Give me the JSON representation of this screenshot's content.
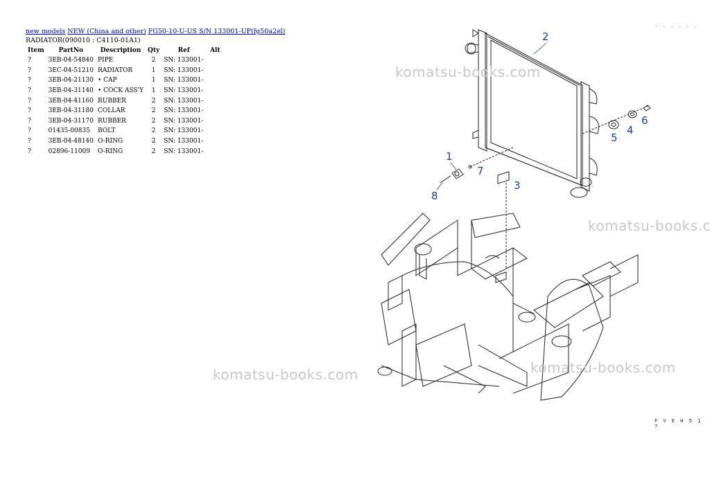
{
  "breadcrumb": {
    "link1": "new models",
    "link2": "NEW (China and other)",
    "link3": "FG50-10-U-US S/N 133001-UP(fg50a2el)"
  },
  "section_title": "RADIATOR(090010 : C4110-01A1)",
  "table": {
    "headers": [
      "Item",
      "PartNo",
      "Description",
      "Qty",
      "Ref",
      "Alt"
    ],
    "rows": [
      {
        "item": "?",
        "partno": "3EB-04-54840",
        "desc": "PIPE",
        "qty": "2",
        "ref": "SN: 133001-",
        "alt": ""
      },
      {
        "item": "?",
        "partno": "3EC-04-51210",
        "desc": "RADIATOR",
        "qty": "1",
        "ref": "SN: 133001-",
        "alt": ""
      },
      {
        "item": "?",
        "partno": "3EB-04-21130",
        "desc": "• CAP",
        "qty": "1",
        "ref": "SN: 133001-",
        "alt": ""
      },
      {
        "item": "?",
        "partno": "3EB-04-31140",
        "desc": "• COCK ASS'Y",
        "qty": "1",
        "ref": "SN: 133001-",
        "alt": ""
      },
      {
        "item": "?",
        "partno": "3EB-04-41160",
        "desc": "RUBBER",
        "qty": "2",
        "ref": "SN: 133001-",
        "alt": ""
      },
      {
        "item": "?",
        "partno": "3EB-04-31180",
        "desc": "COLLAR",
        "qty": "2",
        "ref": "SN: 133001-",
        "alt": ""
      },
      {
        "item": "?",
        "partno": "3EB-04-31170",
        "desc": "RUBBER",
        "qty": "2",
        "ref": "SN: 133001-",
        "alt": ""
      },
      {
        "item": "?",
        "partno": "01435-00835",
        "desc": "BOLT",
        "qty": "2",
        "ref": "SN: 133001-",
        "alt": ""
      },
      {
        "item": "?",
        "partno": "3EB-04-48140",
        "desc": "O-RING",
        "qty": "2",
        "ref": "SN: 133001-",
        "alt": ""
      },
      {
        "item": "?",
        "partno": "02896-11009",
        "desc": "O-RING",
        "qty": "2",
        "ref": "SN: 133001-",
        "alt": ""
      }
    ]
  },
  "diagram": {
    "callouts": [
      "1",
      "2",
      "3",
      "4",
      "5",
      "6",
      "7",
      "8"
    ],
    "figure_code": "F V E H 5 1 7",
    "corner_marks": ". . . . . ."
  },
  "watermark": "komatsu-books.com",
  "colors": {
    "link": "#0000cc",
    "callout": "#1a3fa8",
    "watermark": "#c8c8c8"
  }
}
